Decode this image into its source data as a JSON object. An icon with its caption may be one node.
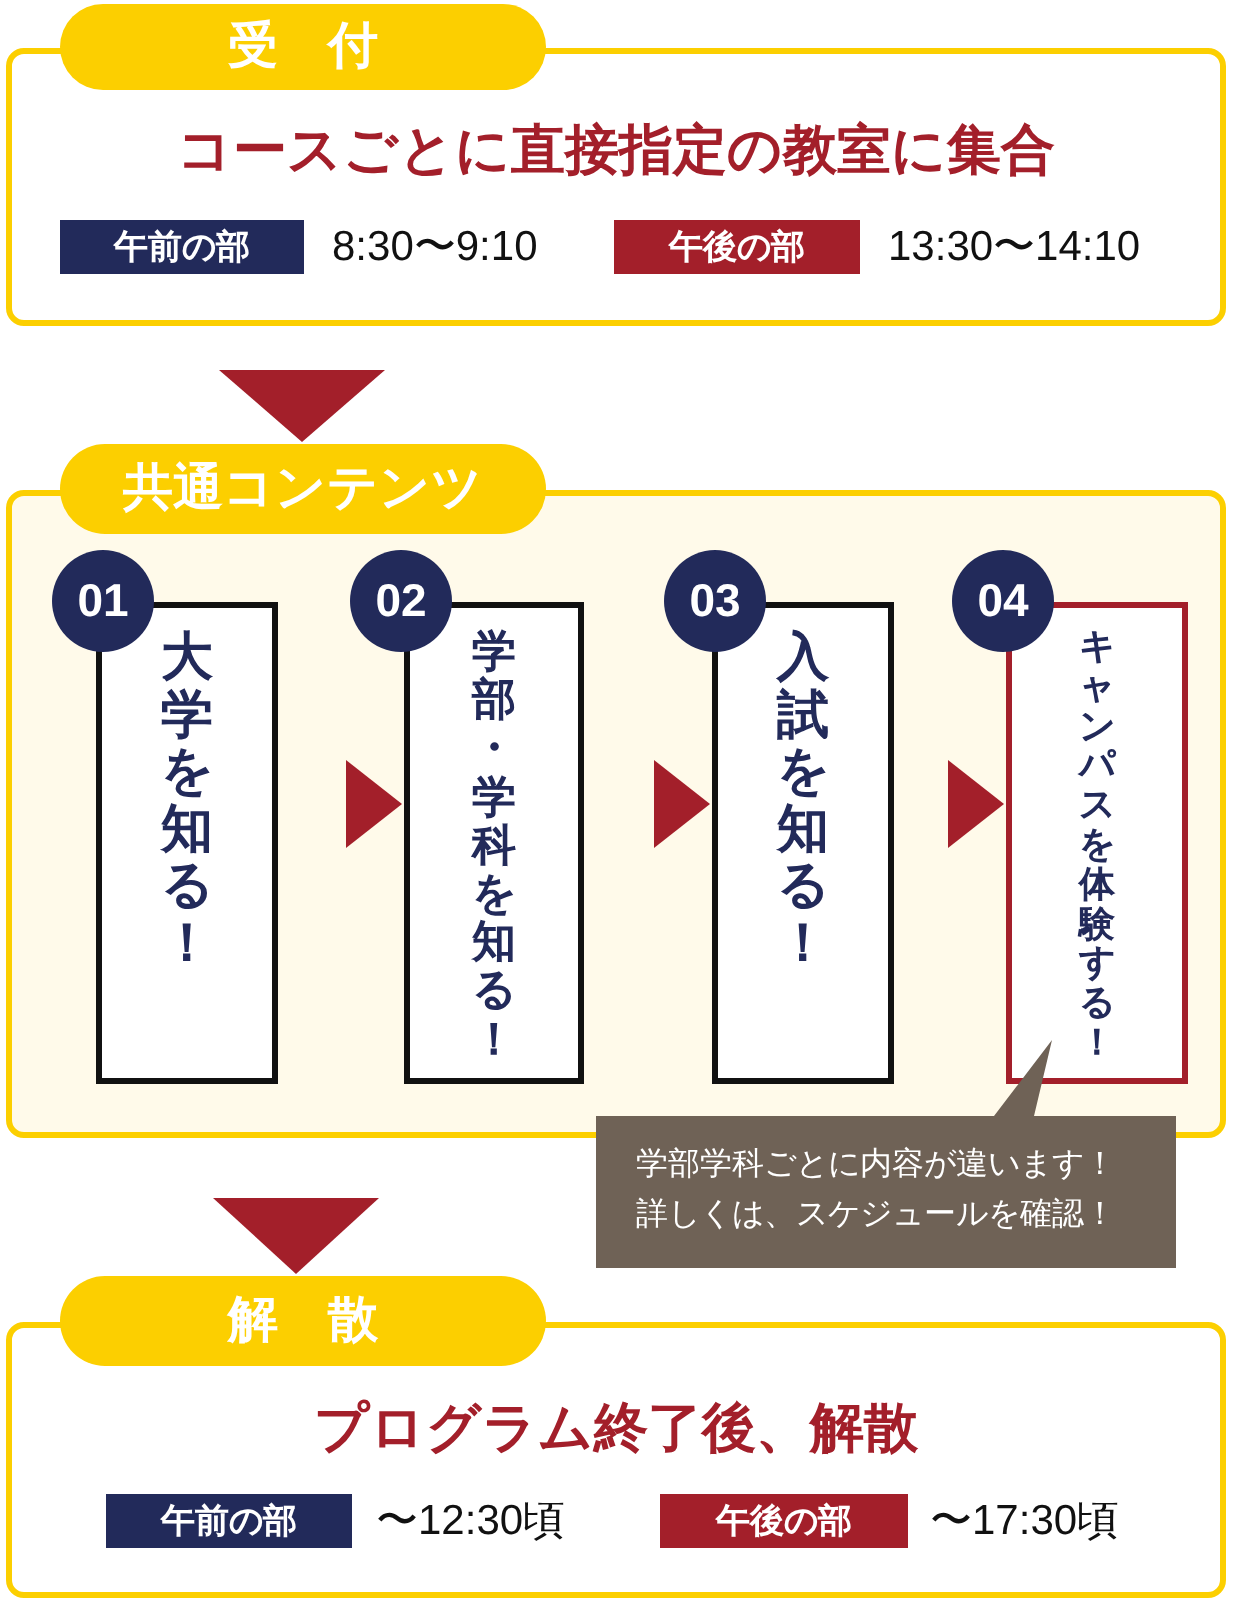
{
  "diagram": {
    "nodes": [
      {
        "text": [
          "受　付",
          "コースごとに直接指定の教室に集合"
        ]
      },
      {
        "text": [
          "午前の部"
        ],
        "in": 0,
        "beside": [
          "8:30〜9:10"
        ]
      },
      {
        "text": [
          "午後の部"
        ],
        "in": 0,
        "beside": [
          "13:30〜14:10"
        ]
      },
      {
        "text": [
          "共通コンテンツ"
        ]
      },
      {
        "text": [
          "01"
        ],
        "in": 3
      },
      {
        "text": [
          "大学を知る！"
        ],
        "in": 3
      },
      {
        "text": [
          "02"
        ],
        "in": 3
      },
      {
        "text": [
          "学部・学科を知る！"
        ],
        "in": 3
      },
      {
        "text": [
          "03"
        ],
        "in": 3
      },
      {
        "text": [
          "入試を知る！"
        ],
        "in": 3
      },
      {
        "text": [
          "04"
        ],
        "in": 3
      },
      {
        "text": [
          "キャンパスを体験する！"
        ],
        "in": 3
      },
      {
        "text": [
          "学部学科ごとに内容が違います！",
          "詳しくは、スケジュールを確認！"
        ]
      },
      {
        "text": [
          "解　散",
          "プログラム終了後、解散"
        ]
      },
      {
        "text": [
          "午前の部"
        ],
        "in": 13,
        "beside": [
          "〜12:30頃"
        ]
      },
      {
        "text": [
          "午後の部"
        ],
        "in": 13,
        "beside": [
          "〜17:30頃"
        ]
      }
    ],
    "edges": [
      {
        "from": 0,
        "to": 3,
        "arrow": "to"
      },
      {
        "from": 5,
        "to": 7,
        "arrow": "to"
      },
      {
        "from": 7,
        "to": 9,
        "arrow": "to"
      },
      {
        "from": 9,
        "to": 11,
        "arrow": "to"
      },
      {
        "from": 3,
        "to": 13,
        "arrow": "to"
      }
    ]
  }
}
